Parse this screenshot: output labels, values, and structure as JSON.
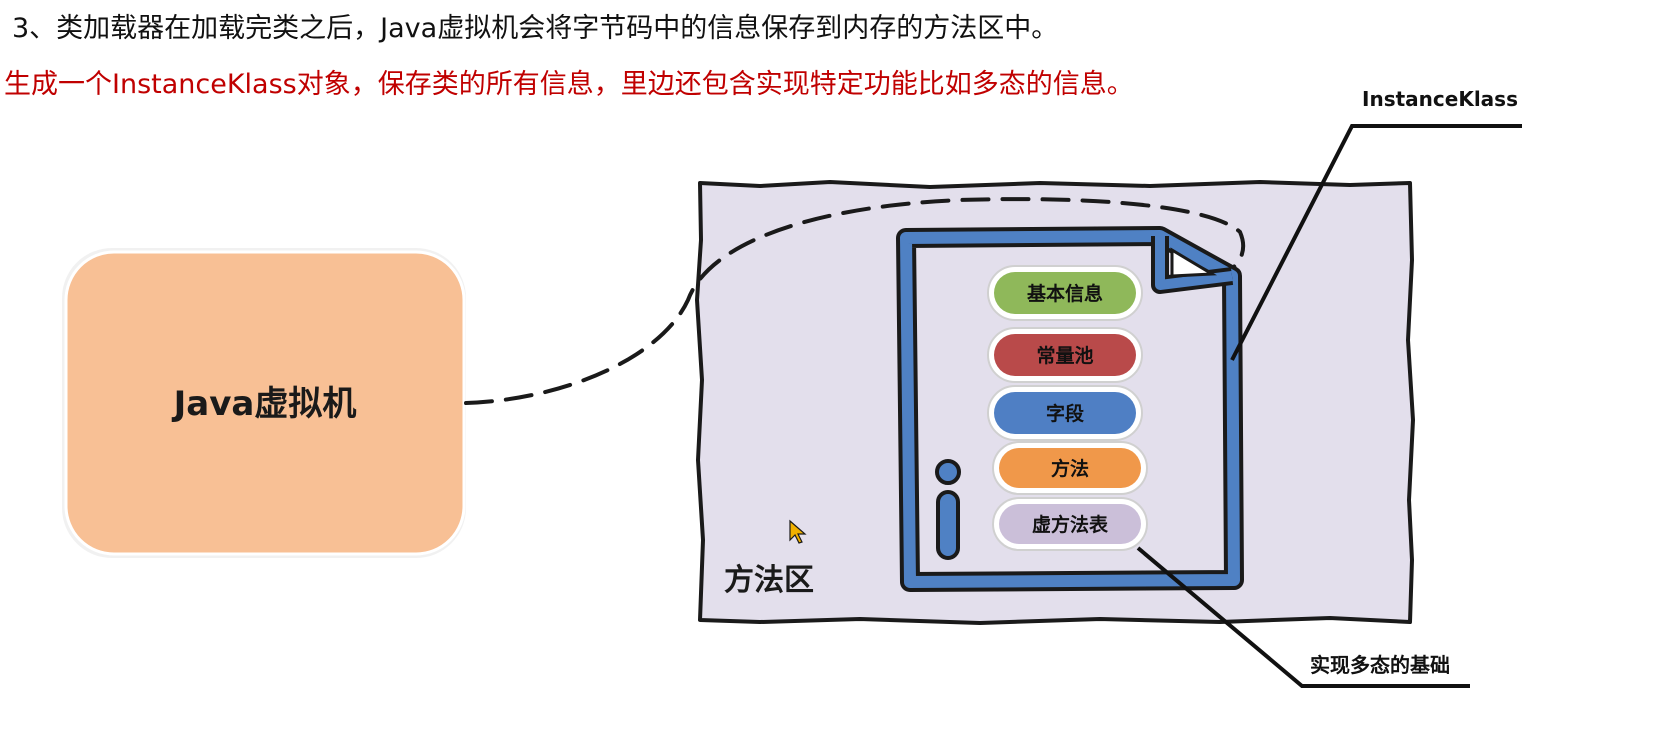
{
  "text": {
    "line1": "3、类加载器在加载完类之后，Java虚拟机会将字节码中的信息保存到内存的方法区中。",
    "line2": "生成一个InstanceKlass对象，保存类的所有信息，里边还包含实现特定功能比如多态的信息。"
  },
  "diagram": {
    "jvm_label": "Java虚拟机",
    "method_area_label": "方法区",
    "instanceklass_label": "InstanceKlass",
    "polymorphism_label": "实现多态的基础",
    "info_icon": "info-icon",
    "items": [
      {
        "label": "基本信息",
        "color": "#8fb85a"
      },
      {
        "label": "常量池",
        "color": "#b94a4a"
      },
      {
        "label": "字段",
        "color": "#4f7fc4"
      },
      {
        "label": "方法",
        "color": "#f0984a"
      },
      {
        "label": "虚方法表",
        "color": "#cbbfd9"
      }
    ]
  },
  "colors": {
    "jvm_fill": "#f8c095",
    "method_area_fill": "#e3dfec",
    "document_frame": "#4f81c4",
    "line2_text": "#c00000"
  }
}
